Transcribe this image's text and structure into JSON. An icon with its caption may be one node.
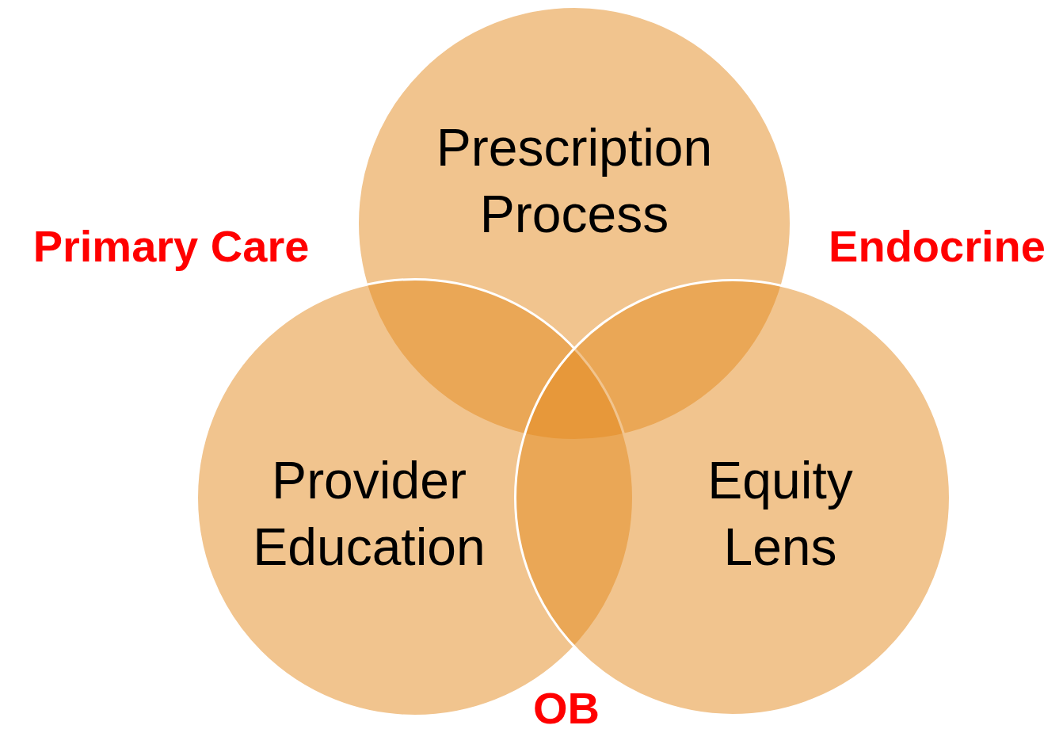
{
  "diagram": {
    "nodes": [
      {
        "text": [
          "Prescription Process"
        ]
      },
      {
        "text": [
          "Provider Education"
        ]
      },
      {
        "text": [
          "Equity Lens"
        ]
      }
    ],
    "labels": [
      "Primary Care",
      "Endocrine",
      "OB"
    ]
  }
}
